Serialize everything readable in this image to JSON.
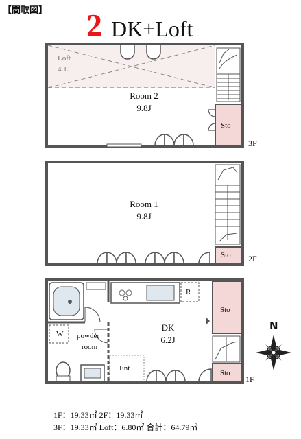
{
  "header": {
    "tag": "【間取図】",
    "layout_number": "2",
    "layout_type": "DK+Loft"
  },
  "floor3": {
    "loft_name": "Loft",
    "loft_size": "4.1J",
    "room_name": "Room 2",
    "room_size": "9.8J",
    "storage": "Sto",
    "floor_label": "3F"
  },
  "floor2": {
    "room_name": "Room 1",
    "room_size": "9.8J",
    "storage": "Sto",
    "floor_label": "2F"
  },
  "floor1": {
    "dk_name": "DK",
    "dk_size": "6.2J",
    "powder_1": "powder",
    "powder_2": "room",
    "washer": "W",
    "fridge": "R",
    "entrance": "Ent",
    "storage_top": "Sto",
    "storage_bottom": "Sto",
    "floor_label": "1F"
  },
  "compass": {
    "north": "N"
  },
  "summary": {
    "line1": "1F：19.33㎡ 2F：19.33㎡",
    "line2": "3F：19.33㎡  Loft：6.80㎡  合計：64.79㎡"
  },
  "colors": {
    "accent": "#e5191a",
    "storage_fill": "#f4d7d7",
    "loft_fill": "#f7eeee",
    "wall": "#555555"
  }
}
